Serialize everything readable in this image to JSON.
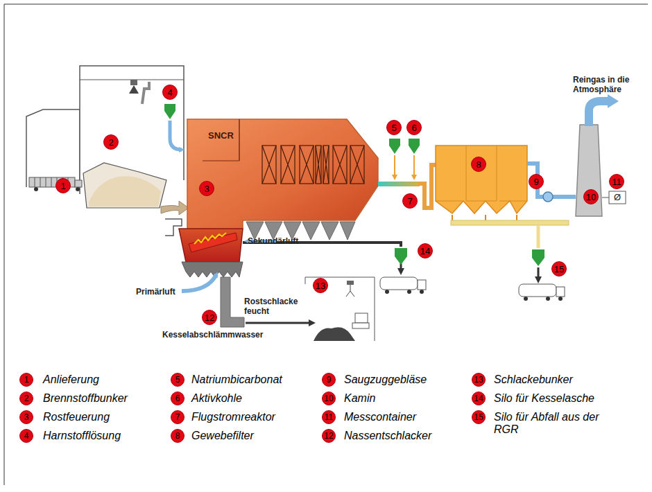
{
  "diagram": {
    "nodes": [
      {
        "text": [
          "1"
        ]
      },
      {
        "text": [
          "2"
        ]
      },
      {
        "text": [
          "3"
        ]
      },
      {
        "text": [
          "4"
        ]
      },
      {
        "text": [
          "5"
        ]
      },
      {
        "text": [
          "6"
        ]
      },
      {
        "text": [
          "7"
        ]
      },
      {
        "text": [
          "8"
        ]
      },
      {
        "text": [
          "9"
        ]
      },
      {
        "text": [
          "10"
        ]
      },
      {
        "text": [
          "11"
        ]
      },
      {
        "text": [
          "12"
        ]
      },
      {
        "text": [
          "13"
        ]
      },
      {
        "text": [
          "14"
        ]
      },
      {
        "text": [
          "15"
        ]
      },
      {
        "text": [
          "1"
        ]
      },
      {
        "text": [
          "2"
        ]
      },
      {
        "text": [
          "3"
        ]
      },
      {
        "text": [
          "4"
        ]
      },
      {
        "text": [
          "5"
        ]
      },
      {
        "text": [
          "6"
        ]
      },
      {
        "text": [
          "7"
        ]
      },
      {
        "text": [
          "8"
        ]
      },
      {
        "text": [
          "9"
        ]
      },
      {
        "text": [
          "10"
        ]
      },
      {
        "text": [
          "11"
        ]
      },
      {
        "text": [
          "12"
        ]
      },
      {
        "text": [
          "13"
        ]
      },
      {
        "text": [
          "14"
        ]
      },
      {
        "text": [
          "15"
        ]
      }
    ],
    "labels": [
      "SNCR",
      "Reingas in die Atmosphäre",
      "Sekundärluft",
      "Primärluft",
      "Rostschlacke feucht",
      "Kesselabschlämmwasser",
      "Ø"
    ],
    "legend": [
      {
        "text": "Anlieferung"
      },
      {
        "text": "Brennstoffbunker"
      },
      {
        "text": "Rostfeuerung"
      },
      {
        "text": "Harnstofflösung"
      },
      {
        "text": "Natriumbicarbonat"
      },
      {
        "text": "Aktivkohle"
      },
      {
        "text": "Flugstromreaktor"
      },
      {
        "text": "Gewebefilter"
      },
      {
        "text": "Saugzuggebläse"
      },
      {
        "text": "Kamin"
      },
      {
        "text": "Messcontainer"
      },
      {
        "text": "Nassentschlacker"
      },
      {
        "text": "Schlackebunker"
      },
      {
        "text": "Silo für Kesselasche"
      },
      {
        "text": "Silo für Abfall aus der RGR"
      }
    ]
  }
}
